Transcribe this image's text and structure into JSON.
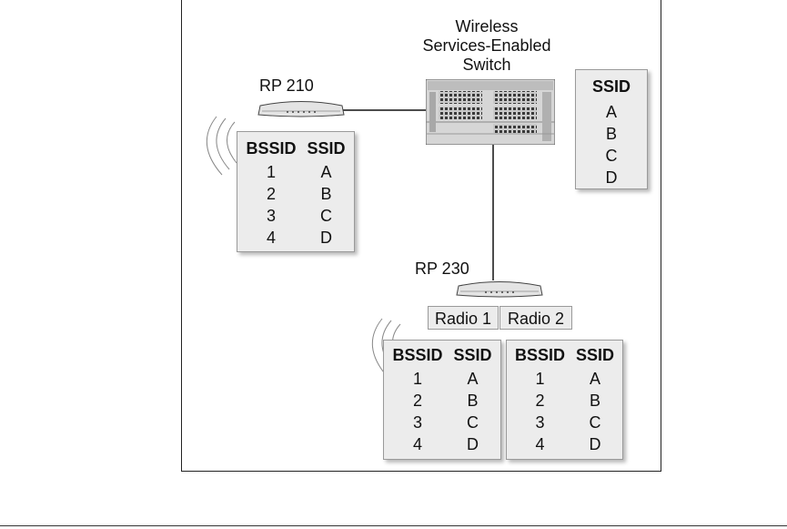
{
  "switch": {
    "title_line1": "Wireless",
    "title_line2": "Services-Enabled",
    "title_line3": "Switch"
  },
  "switch_ssid": {
    "header": "SSID",
    "items": [
      "A",
      "B",
      "C",
      "D"
    ]
  },
  "rp210": {
    "label": "RP 210",
    "table": {
      "headers": [
        "BSSID",
        "SSID"
      ],
      "rows": [
        [
          "1",
          "A"
        ],
        [
          "2",
          "B"
        ],
        [
          "3",
          "C"
        ],
        [
          "4",
          "D"
        ]
      ]
    }
  },
  "rp230": {
    "label": "RP 230",
    "radio1": {
      "label": "Radio 1",
      "table": {
        "headers": [
          "BSSID",
          "SSID"
        ],
        "rows": [
          [
            "1",
            "A"
          ],
          [
            "2",
            "B"
          ],
          [
            "3",
            "C"
          ],
          [
            "4",
            "D"
          ]
        ]
      }
    },
    "radio2": {
      "label": "Radio 2",
      "table": {
        "headers": [
          "BSSID",
          "SSID"
        ],
        "rows": [
          [
            "1",
            "A"
          ],
          [
            "2",
            "B"
          ],
          [
            "3",
            "C"
          ],
          [
            "4",
            "D"
          ]
        ]
      }
    }
  }
}
